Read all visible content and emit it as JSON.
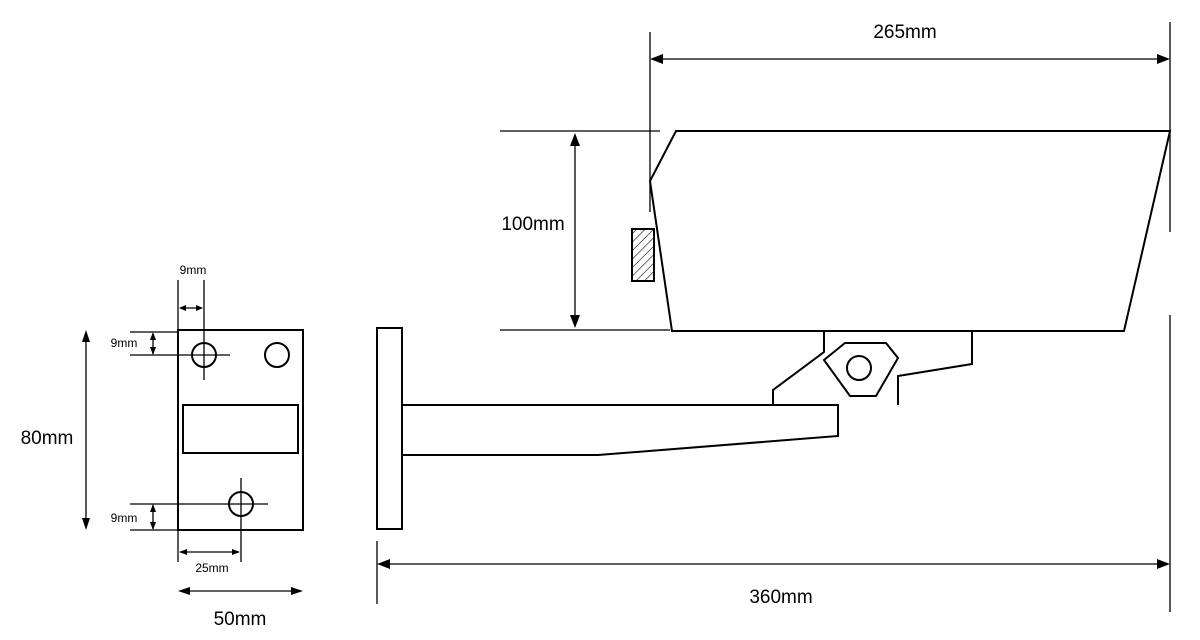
{
  "dimensions": {
    "total_length": "360mm",
    "housing_length": "265mm",
    "housing_height": "100mm",
    "plate_height": "80mm",
    "plate_width": "50mm",
    "hole_top_offset_x": "9mm",
    "hole_top_offset_y": "9mm",
    "hole_bottom_offset_y": "9mm",
    "hole_bottom_offset_x": "25mm"
  }
}
